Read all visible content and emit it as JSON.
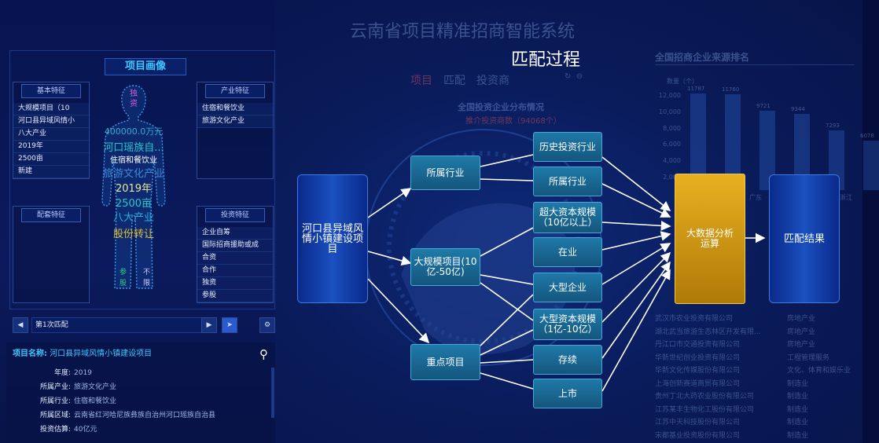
{
  "header": {
    "system_title": "云南省项目精准招商智能系统",
    "process_title": "匹配过程",
    "bg_tabs": [
      "项目",
      "匹配",
      "投资商"
    ]
  },
  "background": {
    "map_title": "全国投资企业分布情况",
    "map_sub": "推介投资商数（94068个）",
    "rank_title": "全国招商企业来源排名",
    "rank_ylabel": "数量（个）",
    "rank_ticks": [
      "12,000",
      "10,000",
      "8,000",
      "6,000",
      "4,000",
      "2,000"
    ],
    "rank_bar_labels": [
      "11787",
      "11760",
      "9721",
      "9344",
      "7293",
      "6078"
    ],
    "rank_cats": [
      "广东",
      "浙江"
    ],
    "company_rows": [
      {
        "name": "武汉市农业投资有限公司",
        "type": "房地产业"
      },
      {
        "name": "湖北武当旅游生态林区开发有限...",
        "type": "房地产业"
      },
      {
        "name": "丹江口市交通投资有限公司",
        "type": "房地产业"
      },
      {
        "name": "华新世纪创业投资有限公司",
        "type": "工程管理服务"
      },
      {
        "name": "华新文化传媒股份有限公司",
        "type": "文化、体育和娱乐业"
      },
      {
        "name": "上海创新赛道商贸有限公司",
        "type": "制造业"
      },
      {
        "name": "贵州丁北大药农业股份有限公司",
        "type": "制造业"
      },
      {
        "name": "江苏某丰生物化工股份有限公司",
        "type": "制造业"
      },
      {
        "name": "江苏中天科技股份有限公司",
        "type": "制造业"
      },
      {
        "name": "宋都基业投资股份有限公司",
        "type": "制造业"
      }
    ]
  },
  "portrait": {
    "title": "项目画像",
    "basic": {
      "title": "基本特征",
      "items": [
        "大规模项目（10",
        "河口县异域风情小",
        "八大产业",
        "2019年",
        "2500亩",
        "新建"
      ]
    },
    "industry": {
      "title": "产业特征",
      "items": [
        "住宿和餐饮业",
        "旅游文化产业"
      ]
    },
    "support": {
      "title": "配套特征",
      "items": []
    },
    "invest": {
      "title": "投资特征",
      "items": [
        "企业自筹",
        "国际招商援助或成",
        "合资",
        "合作",
        "独资",
        "参股"
      ]
    },
    "figure_texts": [
      "独",
      "资",
      "400000.0万元",
      "河口瑶族自...",
      "住宿和餐饮业",
      "旅游文化产业",
      "2019年",
      "2500亩",
      "八大产业",
      "股份转让",
      "参",
      "股",
      "不",
      "限"
    ]
  },
  "nav": {
    "match_label": "第1次匹配"
  },
  "project_info": {
    "name_label": "项目名称:",
    "name_value": "河口县异域风情小镇建设项目",
    "rows": [
      {
        "key": "年度:",
        "value": "2019"
      },
      {
        "key": "所属产业:",
        "value": "旅游文化产业"
      },
      {
        "key": "所属行业:",
        "value": "住宿和餐饮业"
      },
      {
        "key": "所属区域:",
        "value": "云南省红河哈尼族彝族自治州河口瑶族自治县"
      },
      {
        "key": "投资估算:",
        "value": "40亿元"
      }
    ]
  },
  "flow": {
    "source": "河口县异域风情小镇建设项目",
    "mid": [
      "所属行业",
      "大规模项目(10亿-50亿)",
      "重点项目"
    ],
    "features": [
      "历史投资行业",
      "所属行业",
      "超大资本规模（10亿以上）",
      "在业",
      "大型企业",
      "大型资本规模（1亿-10亿）",
      "存续",
      "上市"
    ],
    "engine": "大数据分析运算",
    "result": "匹配结果"
  },
  "colors": {
    "accent": "#3fc6ff",
    "flow_box": "#1f7aa8",
    "engine": "#e8b020",
    "result": "#1a50c0"
  }
}
